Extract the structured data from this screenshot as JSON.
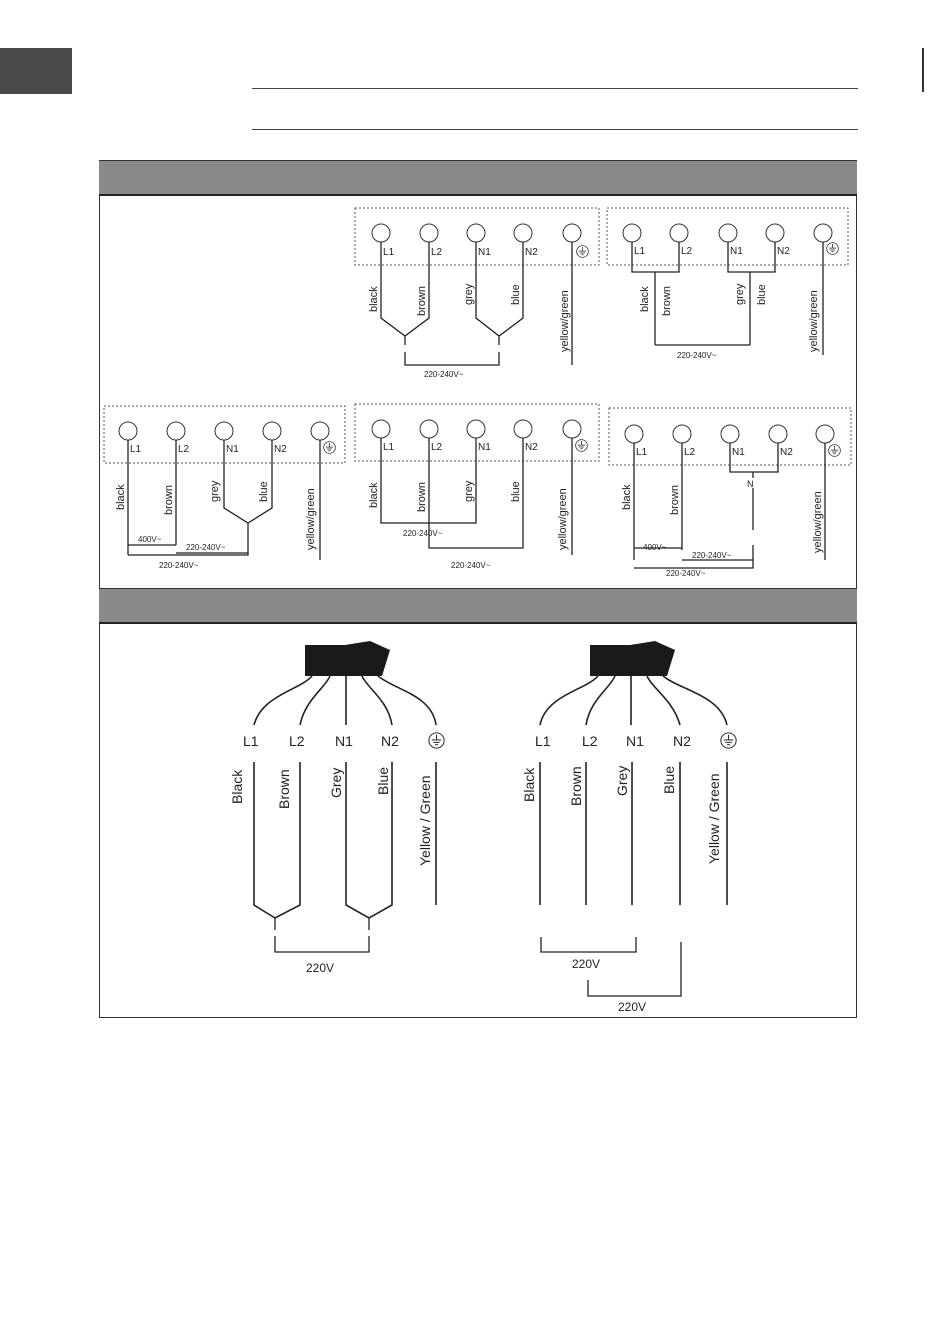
{
  "terminals": {
    "l1": "L1",
    "l2": "L2",
    "n1": "N1",
    "n2": "N2",
    "n": "N"
  },
  "wires_small": {
    "black": "black",
    "brown": "brown",
    "grey": "grey",
    "blue": "blue",
    "yellow_green": "yellow/green"
  },
  "wires_large": {
    "black": "Black",
    "brown": "Brown",
    "grey": "Grey",
    "blue": "Blue",
    "yellow_green": "Yellow / Green"
  },
  "voltages": {
    "v220_240": "220-240V~",
    "v400": "400V~",
    "v220": "220V"
  },
  "icons": {
    "earth": "earth-ground-icon",
    "plug": "cable-plug-icon"
  },
  "colors": {
    "section_bar": "#8a8a8a",
    "tab": "#4a4a4a",
    "plug": "#1a1a1a"
  }
}
